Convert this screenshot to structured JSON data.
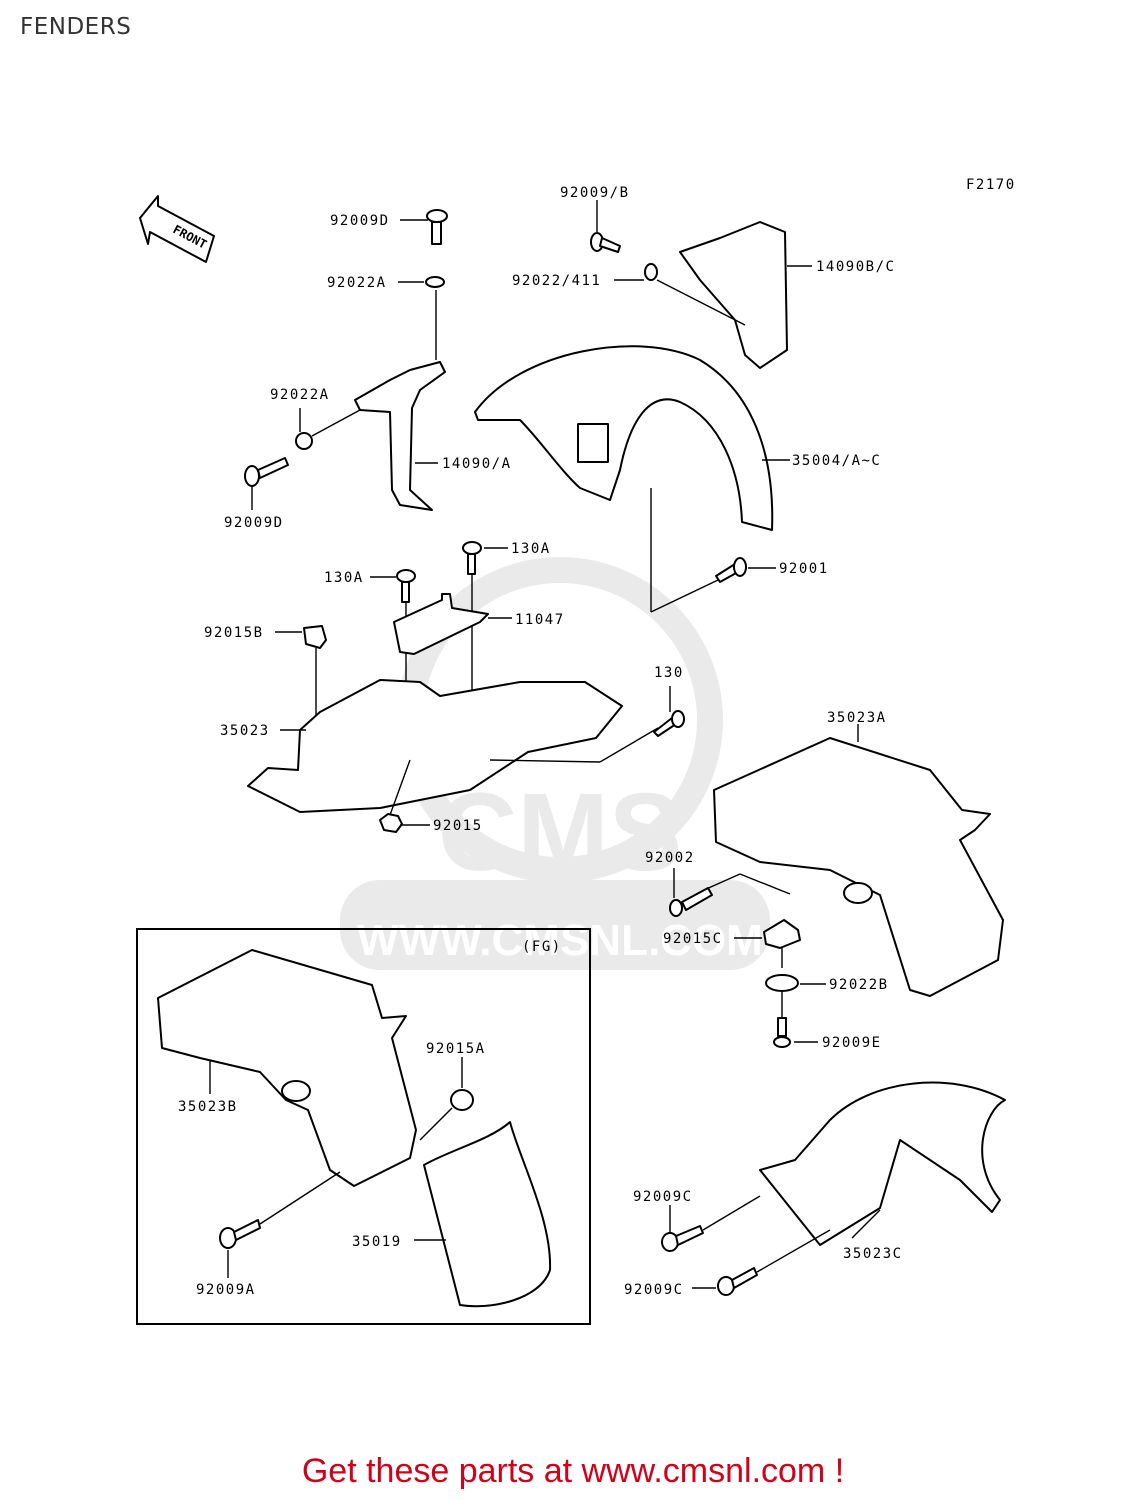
{
  "page_title": "FENDERS",
  "figure_code": "F2170",
  "front_label": "FRONT",
  "fg_label": "(FG)",
  "watermark": {
    "logo": "CMS",
    "url": "WWW.CMSNL.COM",
    "color": "#d9d9d9"
  },
  "part_labels": {
    "p92009d_top": "92009D",
    "p92022a_top": "92022A",
    "p92009b": "92009/B",
    "p92022_411": "92022/411",
    "p14090bc": "14090B/C",
    "p92022a_mid": "92022A",
    "p14090a": "14090/A",
    "p92009d_bot": "92009D",
    "p35004": "35004/A~C",
    "p130a_r": "130A",
    "p130a_l": "130A",
    "p92001": "92001",
    "p92015b": "92015B",
    "p11047": "11047",
    "p130": "130",
    "p35023": "35023",
    "p35023a": "35023A",
    "p92015": "92015",
    "p92002": "92002",
    "p92015c": "92015C",
    "p92022b": "92022B",
    "p92009e": "92009E",
    "p92015a": "92015A",
    "p35023b": "35023B",
    "p35019": "35019",
    "p92009a": "92009A",
    "p92009c_1": "92009C",
    "p35023c": "35023C",
    "p92009c_2": "92009C"
  },
  "footer_text": "Get these parts at www.cmsnl.com !",
  "colors": {
    "footer": "#d0021b",
    "title": "#333333",
    "ink": "#000000"
  }
}
